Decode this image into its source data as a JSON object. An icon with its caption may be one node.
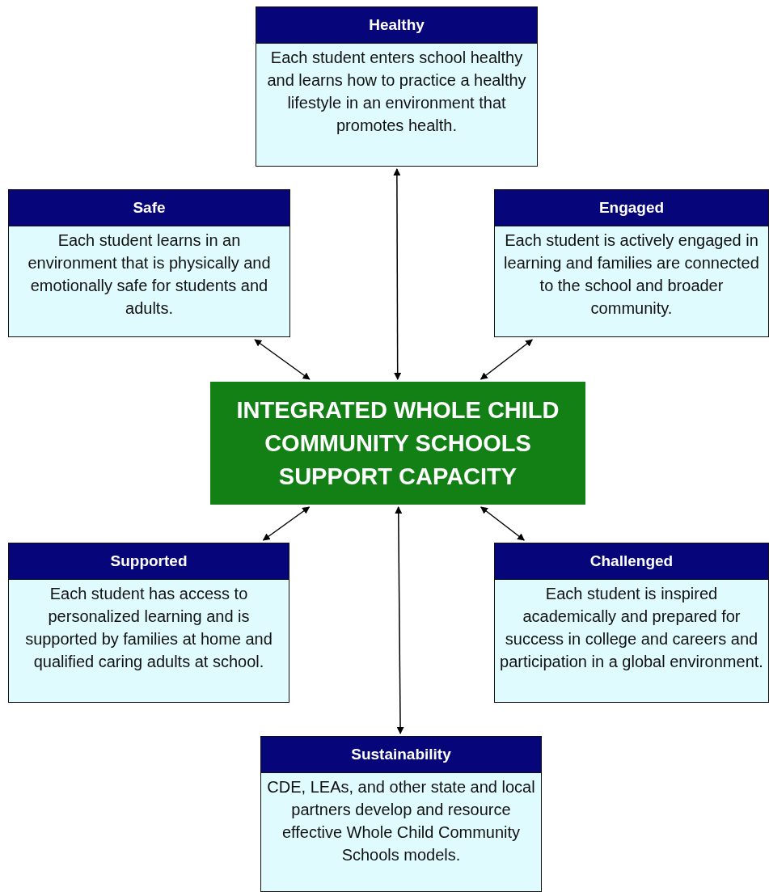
{
  "diagram": {
    "nodes": [
      {
        "text": [
          "Healthy",
          "Each student enters school healthy and learns how to practice a healthy lifestyle in an environment that promotes health."
        ]
      },
      {
        "text": [
          "Safe",
          "Each student learns in an environment that is physically and emotionally safe for students and adults."
        ]
      },
      {
        "text": [
          "Engaged",
          "Each student is actively engaged in learning and families are connected to the school and broader community."
        ]
      },
      {
        "text": [
          "INTEGRATED WHOLE CHILD COMMUNITY SCHOOLS SUPPORT CAPACITY"
        ]
      },
      {
        "text": [
          "Supported",
          "Each student has access to personalized learning and is supported by families at home and qualified caring adults at school."
        ]
      },
      {
        "text": [
          "Challenged",
          "Each student is inspired academically and prepared for success in college and careers and participation in a global environment."
        ]
      },
      {
        "text": [
          "Sustainability",
          "CDE, LEAs, and other state and local partners develop and resource effective Whole Child Community Schools models."
        ]
      }
    ],
    "edges": [
      {
        "from": 3,
        "to": 0,
        "arrow": "both"
      },
      {
        "from": 3,
        "to": 1,
        "arrow": "both"
      },
      {
        "from": 3,
        "to": 2,
        "arrow": "both"
      },
      {
        "from": 3,
        "to": 4,
        "arrow": "both"
      },
      {
        "from": 3,
        "to": 5,
        "arrow": "both"
      },
      {
        "from": 3,
        "to": 6,
        "arrow": "both"
      }
    ]
  }
}
